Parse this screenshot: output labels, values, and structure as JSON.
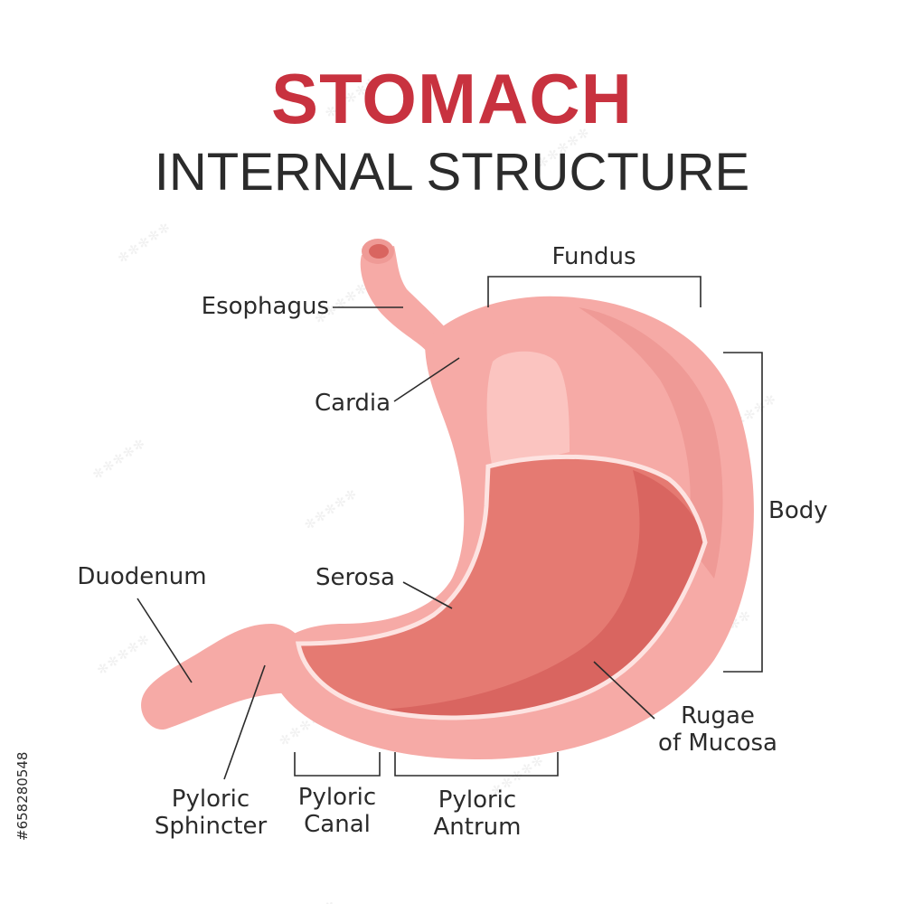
{
  "title": "STOMACH",
  "subtitle": "INTERNAL STRUCTURE",
  "side_id": "#658280548",
  "labels": {
    "fundus": "Fundus",
    "esophagus": "Esophagus",
    "cardia": "Cardia",
    "body": "Body",
    "serosa": "Serosa",
    "duodenum": "Duodenum",
    "rugae_line1": "Rugae",
    "rugae_line2": "of Mucosa",
    "pyloric_sphincter_line1": "Pyloric",
    "pyloric_sphincter_line2": "Sphincter",
    "pyloric_canal_line1": "Pyloric",
    "pyloric_canal_line2": "Canal",
    "pyloric_antrum_line1": "Pyloric",
    "pyloric_antrum_line2": "Antrum"
  },
  "colors": {
    "title": "#c8323f",
    "subtitle": "#2b2b2b",
    "text": "#2b2b2b",
    "outer_wall": "#f6aaa6",
    "outer_highlight": "#fbc4c0",
    "outer_shade": "#ef9a96",
    "inner_mucosa": "#e57a72",
    "inner_mucosa_dark": "#d96560",
    "serosa_line": "#fde3e1",
    "watermark": "#ececec"
  }
}
